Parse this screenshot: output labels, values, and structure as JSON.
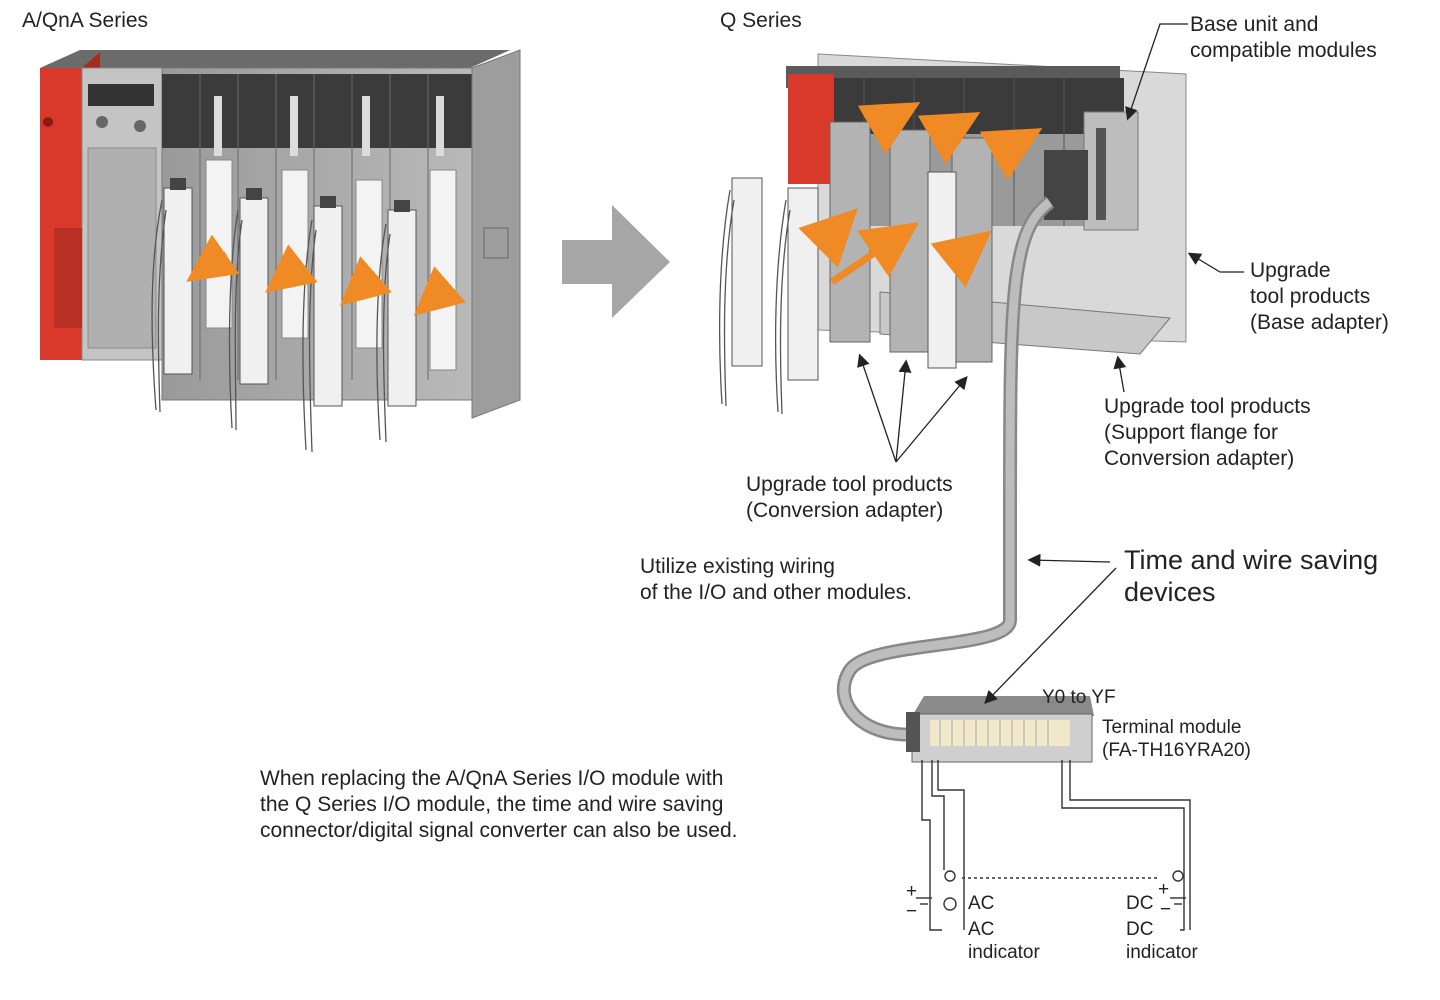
{
  "titles": {
    "left": "A/QnA Series",
    "right": "Q Series"
  },
  "callouts": {
    "base_unit": [
      "Base unit and",
      "compatible modules"
    ],
    "base_adapter": [
      "Upgrade",
      "tool products",
      "(Base adapter)"
    ],
    "support_flange": [
      "Upgrade tool products",
      "(Support flange for",
      "Conversion adapter)"
    ],
    "conversion_adapter": [
      "Upgrade tool products",
      "(Conversion adapter)"
    ],
    "existing_wiring": [
      "Utilize existing wiring",
      "of the I/O and other modules."
    ],
    "time_wire_saving": [
      "Time and wire saving",
      "devices"
    ],
    "note": [
      "When replacing the A/QnA Series I/O module with",
      "the Q Series I/O module, the time and wire saving",
      "connector/digital signal converter can also be used."
    ]
  },
  "terminal_module": {
    "range": "Y0 to YF",
    "name": "Terminal module",
    "model": "(FA-TH16YRA20)"
  },
  "wiring": {
    "ac": "AC",
    "ac_indicator": [
      "AC",
      "indicator"
    ],
    "dc": "DC",
    "dc_indicator": [
      "DC",
      "indicator"
    ],
    "plus": "+",
    "minus": "−"
  },
  "colors": {
    "plc_red": "#d8392b",
    "module_dark": "#3b3b3b",
    "module_gray": "#a8a8a8",
    "arrow_orange": "#f08a24",
    "big_arrow": "#a6a6a6"
  }
}
